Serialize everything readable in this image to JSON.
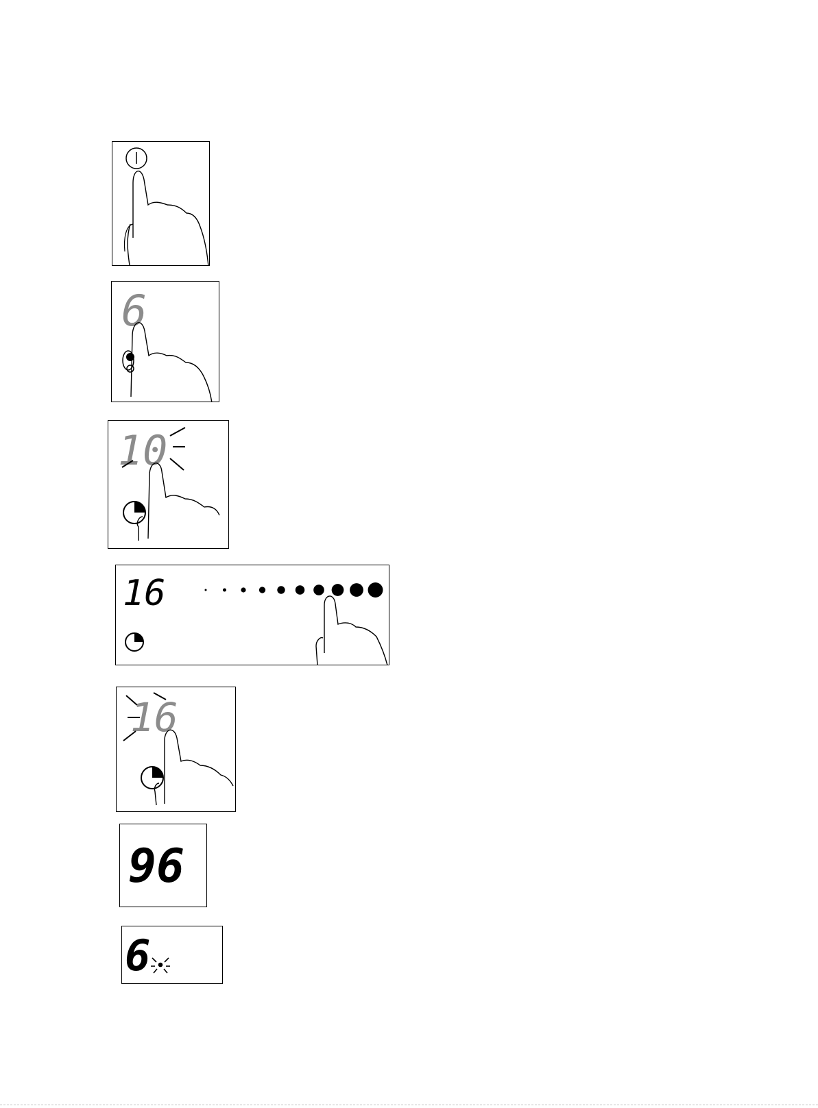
{
  "colors": {
    "ink": "#000000",
    "dim_segment": "#8c8c8c"
  },
  "figures": [
    {
      "id": "power-on",
      "icons": [
        "power-symbol-icon",
        "pointing-hand-icon"
      ]
    },
    {
      "id": "select-zone",
      "display": "6",
      "icons": [
        "pointing-hand-icon"
      ]
    },
    {
      "id": "timer-select",
      "display": "10",
      "icons": [
        "timer-icon",
        "pointing-hand-icon"
      ]
    },
    {
      "id": "timer-slider",
      "display": "16",
      "slider_dots": 10,
      "icons": [
        "timer-icon",
        "pointing-hand-icon"
      ]
    },
    {
      "id": "timer-confirm",
      "display": "16",
      "icons": [
        "timer-icon",
        "pointing-hand-icon"
      ]
    },
    {
      "id": "countdown",
      "display": "96"
    },
    {
      "id": "residual-heat",
      "display": "6"
    }
  ]
}
